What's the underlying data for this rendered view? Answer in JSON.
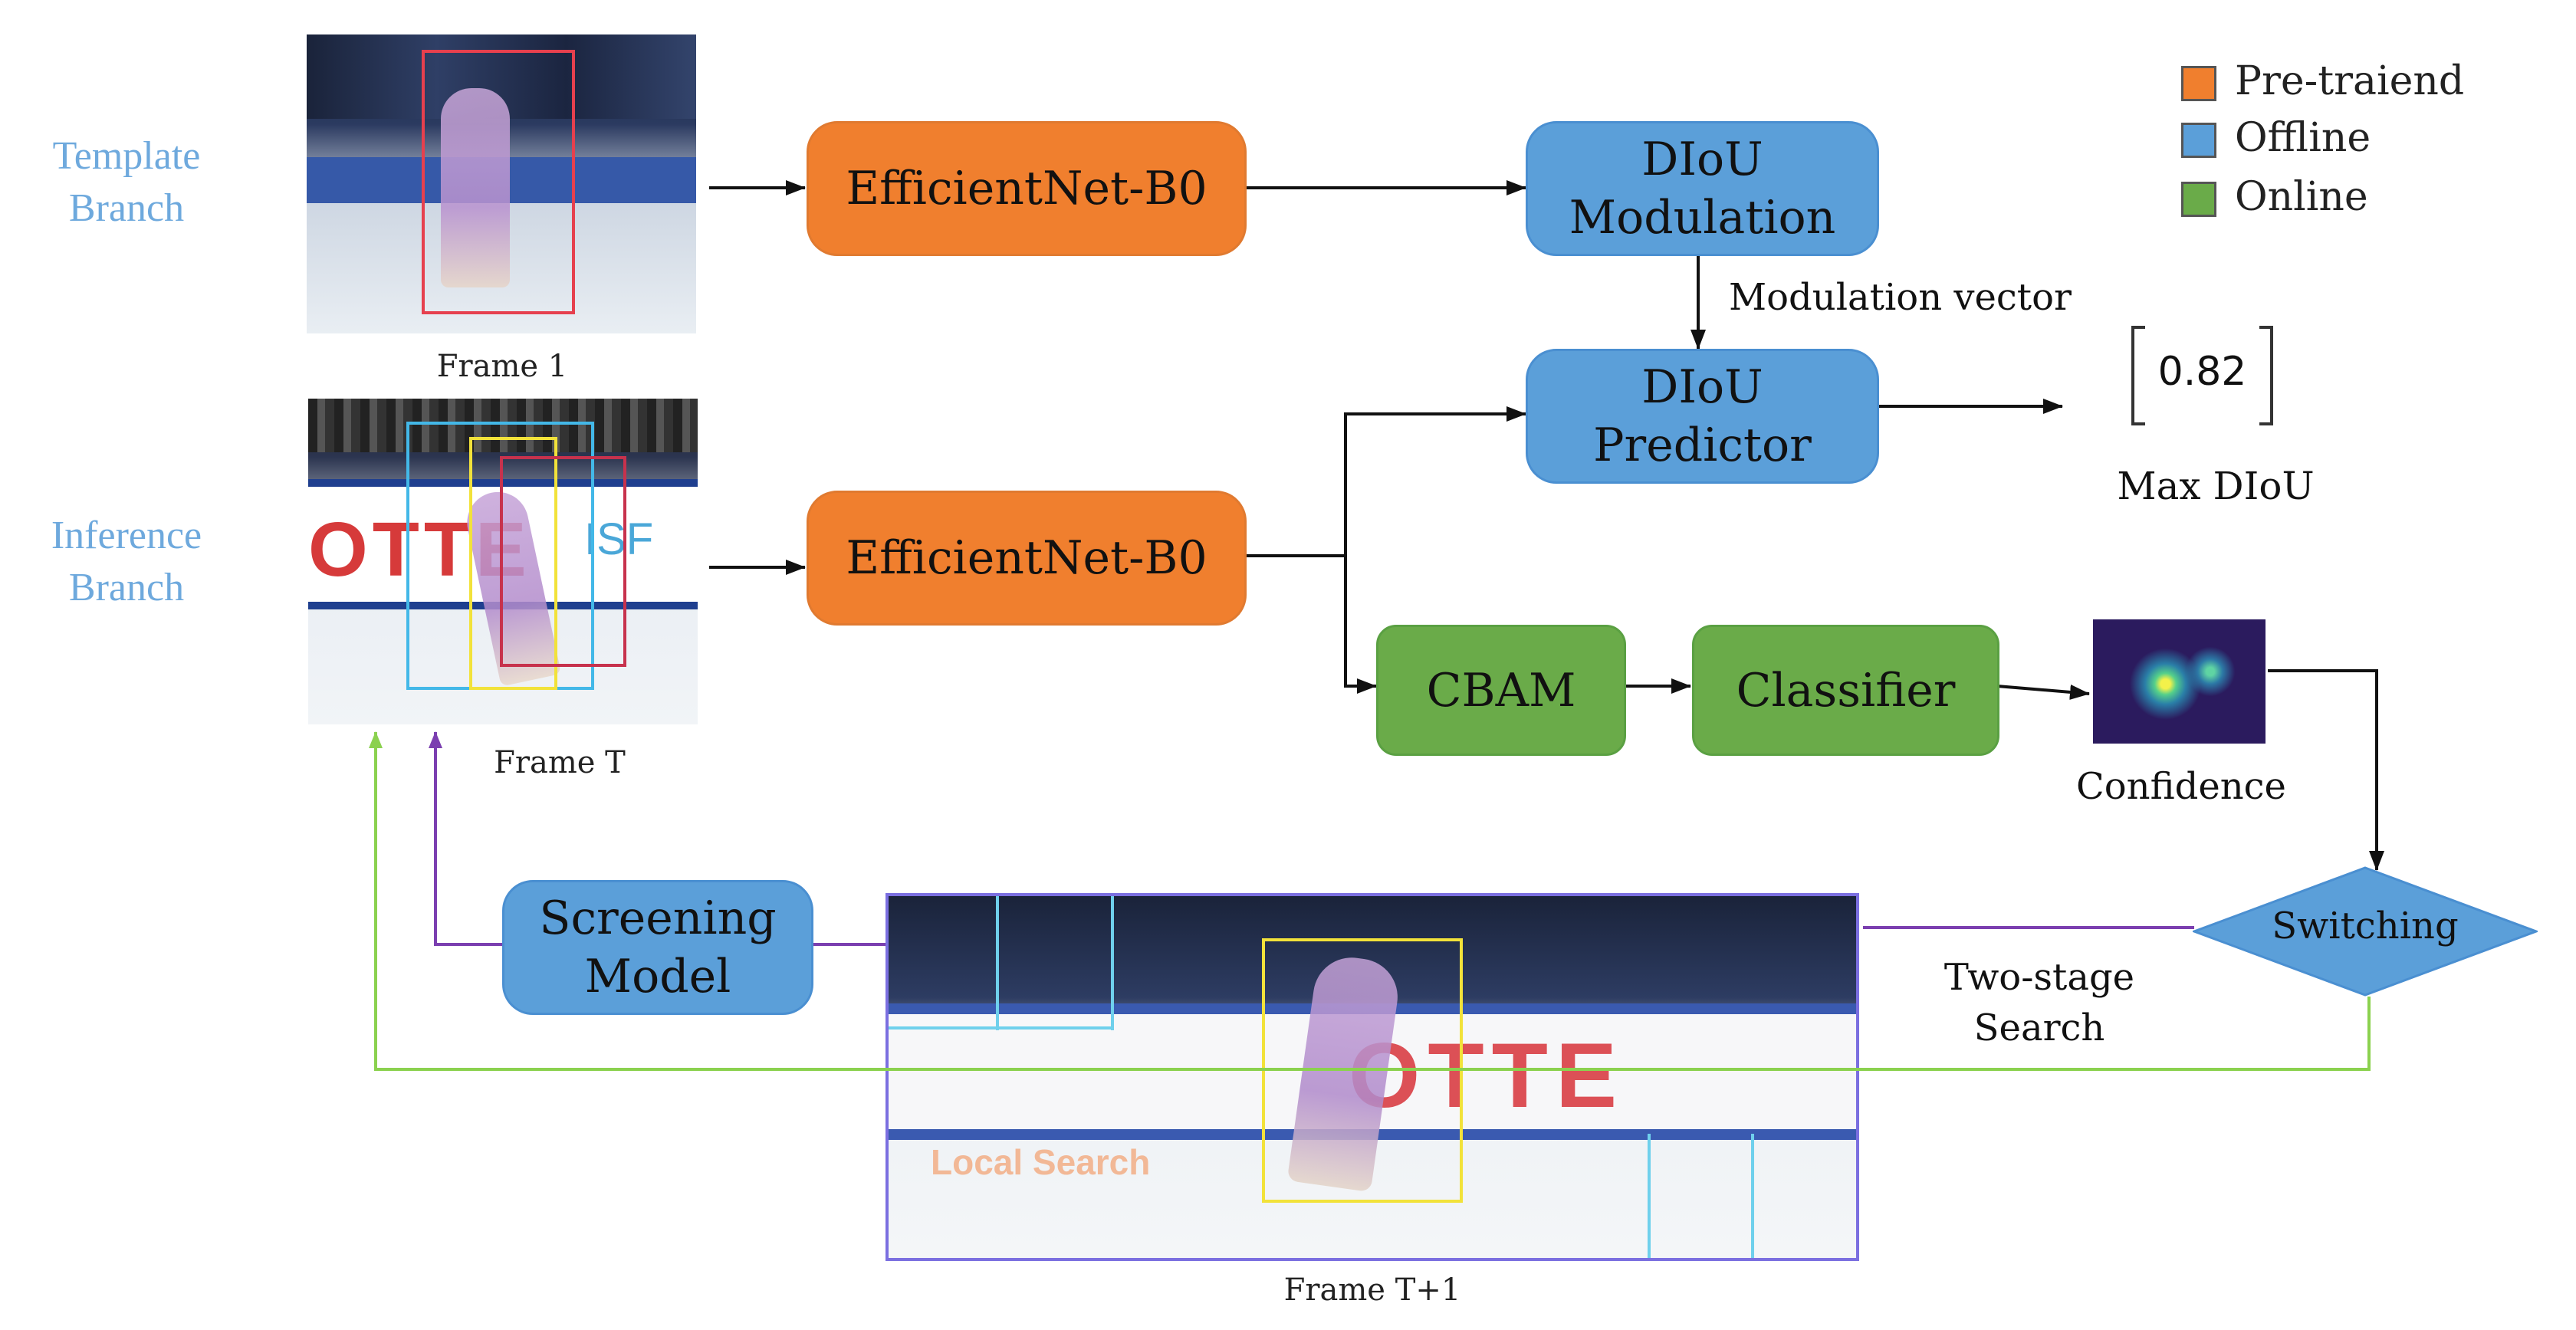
{
  "branches": {
    "template": "Template Branch",
    "inference": "Inference Branch"
  },
  "frames": {
    "frame1": "Frame 1",
    "frameT": "Frame T",
    "frameT1": "Frame T+1",
    "banner_text_T": "OTTE",
    "banner_logo_T": "ISF",
    "banner_text_T1": "OTTE",
    "local_search": "Local Search"
  },
  "blocks": {
    "effnet_top": "EfficientNet-B0",
    "effnet_bottom": "EfficientNet-B0",
    "diou_mod_line1": "DIoU",
    "diou_mod_line2": "Modulation",
    "diou_pred_line1": "DIoU",
    "diou_pred_line2": "Predictor",
    "cbam": "CBAM",
    "classifier": "Classifier",
    "screening_line1": "Screening",
    "screening_line2": "Model",
    "switching": "Switching"
  },
  "labels": {
    "modulation_vector": "Modulation vector",
    "max_diou_value": "0.82",
    "max_diou": "Max DIoU",
    "confidence": "Confidence",
    "two_stage_line1": "Two-stage",
    "two_stage_line2": "Search"
  },
  "legend": [
    {
      "label": "Pre-traiend",
      "color": "#f07f2e"
    },
    {
      "label": "Offline",
      "color": "#5b9fd9"
    },
    {
      "label": "Online",
      "color": "#6aab49"
    }
  ],
  "colors": {
    "orange": "#f07f2e",
    "blue": "#5b9fd9",
    "green": "#6aab49",
    "purple": "#7b3fb0",
    "branch_text": "#6ea9dd"
  }
}
